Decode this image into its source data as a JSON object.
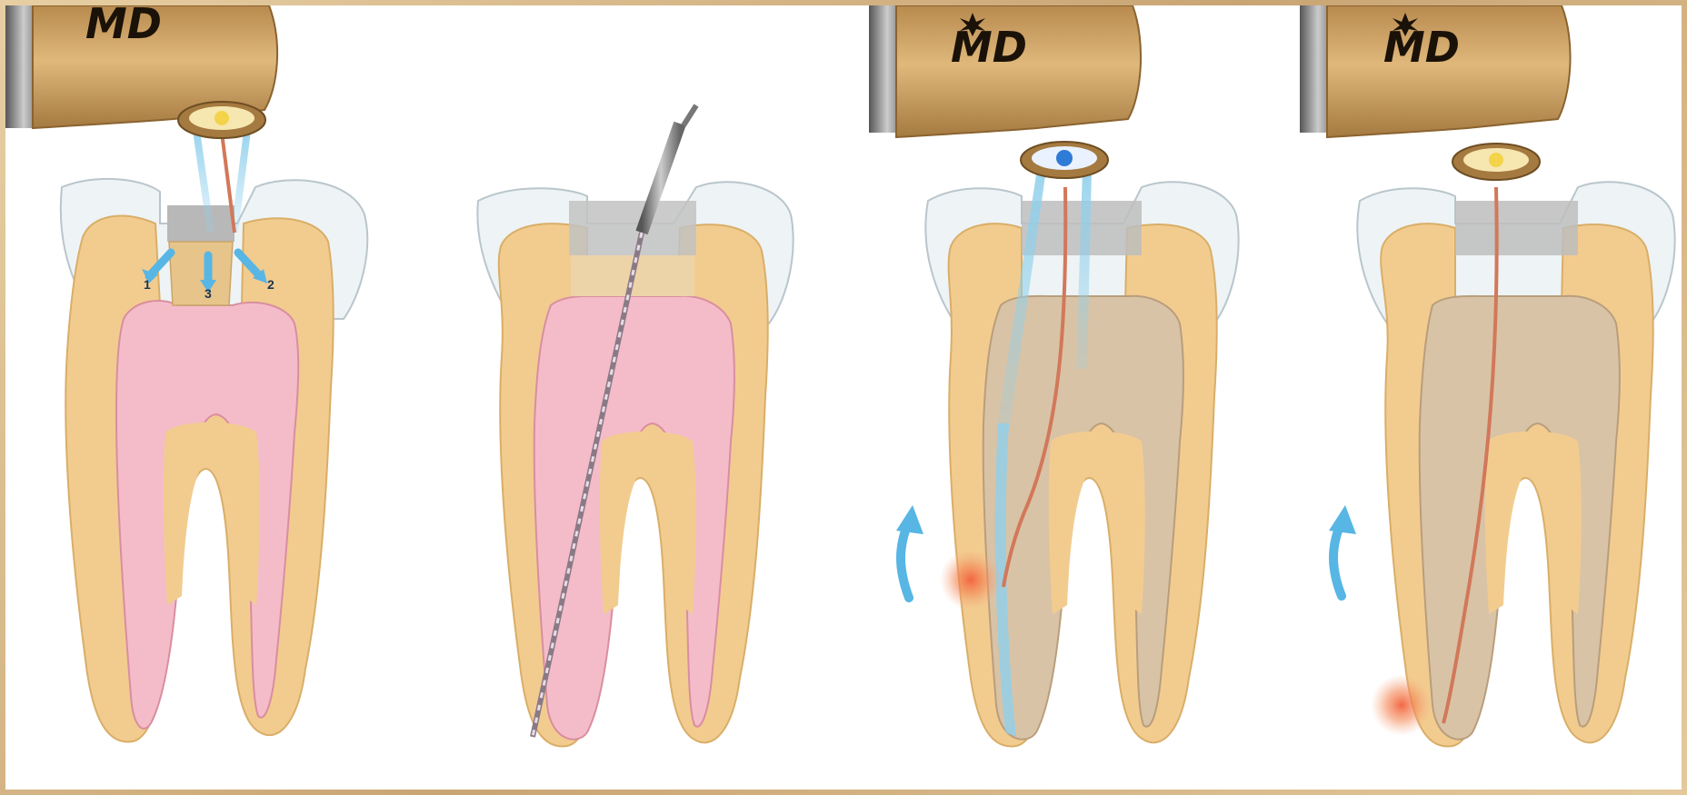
{
  "brand_mark": "MD",
  "step_labels": [
    "1",
    "3",
    "2"
  ],
  "colors": {
    "frame": "#d2b07e",
    "enamel": "#eef3f5",
    "dentin": "#f2cc8f",
    "pulp": "#f4bcc8",
    "cleaned_canal": "#d9c3a6",
    "handpiece": "#c9a065",
    "laser_fiber": "#d2785a",
    "irrigation_blue": "#8fd0ec",
    "heat_glow": "#f2603a",
    "arrow_blue": "#57b6e4"
  },
  "panels": [
    {
      "name": "access-opening",
      "shows": [
        "handpiece",
        "laser-fiber",
        "numbered-arrows",
        "pulp"
      ]
    },
    {
      "name": "canal-filing",
      "shows": [
        "endodontic-file",
        "pulp"
      ]
    },
    {
      "name": "laser-irrigation",
      "shows": [
        "handpiece",
        "laser-fiber",
        "irrigation-beam",
        "heat-glow",
        "withdraw-arrow"
      ]
    },
    {
      "name": "laser-disinfection",
      "shows": [
        "handpiece",
        "laser-fiber",
        "heat-glow",
        "withdraw-arrow"
      ]
    }
  ]
}
